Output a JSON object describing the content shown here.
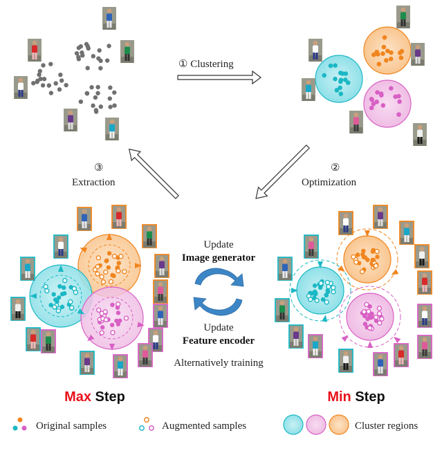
{
  "steps": {
    "clustering": "① Clustering",
    "optimization_num": "②",
    "optimization": "Optimization",
    "extraction_num": "③",
    "extraction": "Extraction"
  },
  "center": {
    "update1": "Update",
    "image_generator": "Image generator",
    "update2": "Update",
    "feature_encoder": "Feature encoder",
    "alternatively": "Alternatively training"
  },
  "max_step": {
    "word1": "Max",
    "word2": " Step"
  },
  "min_step": {
    "word1": "Min",
    "word2": " Step"
  },
  "legend": {
    "original": "Original samples",
    "augmented": "Augmented samples",
    "cluster": "Cluster regions"
  },
  "colors": {
    "cyan": "#1bb8c4",
    "orange": "#f0851e",
    "pink": "#d860c4",
    "gray": "#707070",
    "red": "#e8101a",
    "arrow_blue": "#3d86c6"
  },
  "icons": [
    "person-photo-thumbnail",
    "double-line-arrow",
    "cycle-arrows-icon"
  ]
}
